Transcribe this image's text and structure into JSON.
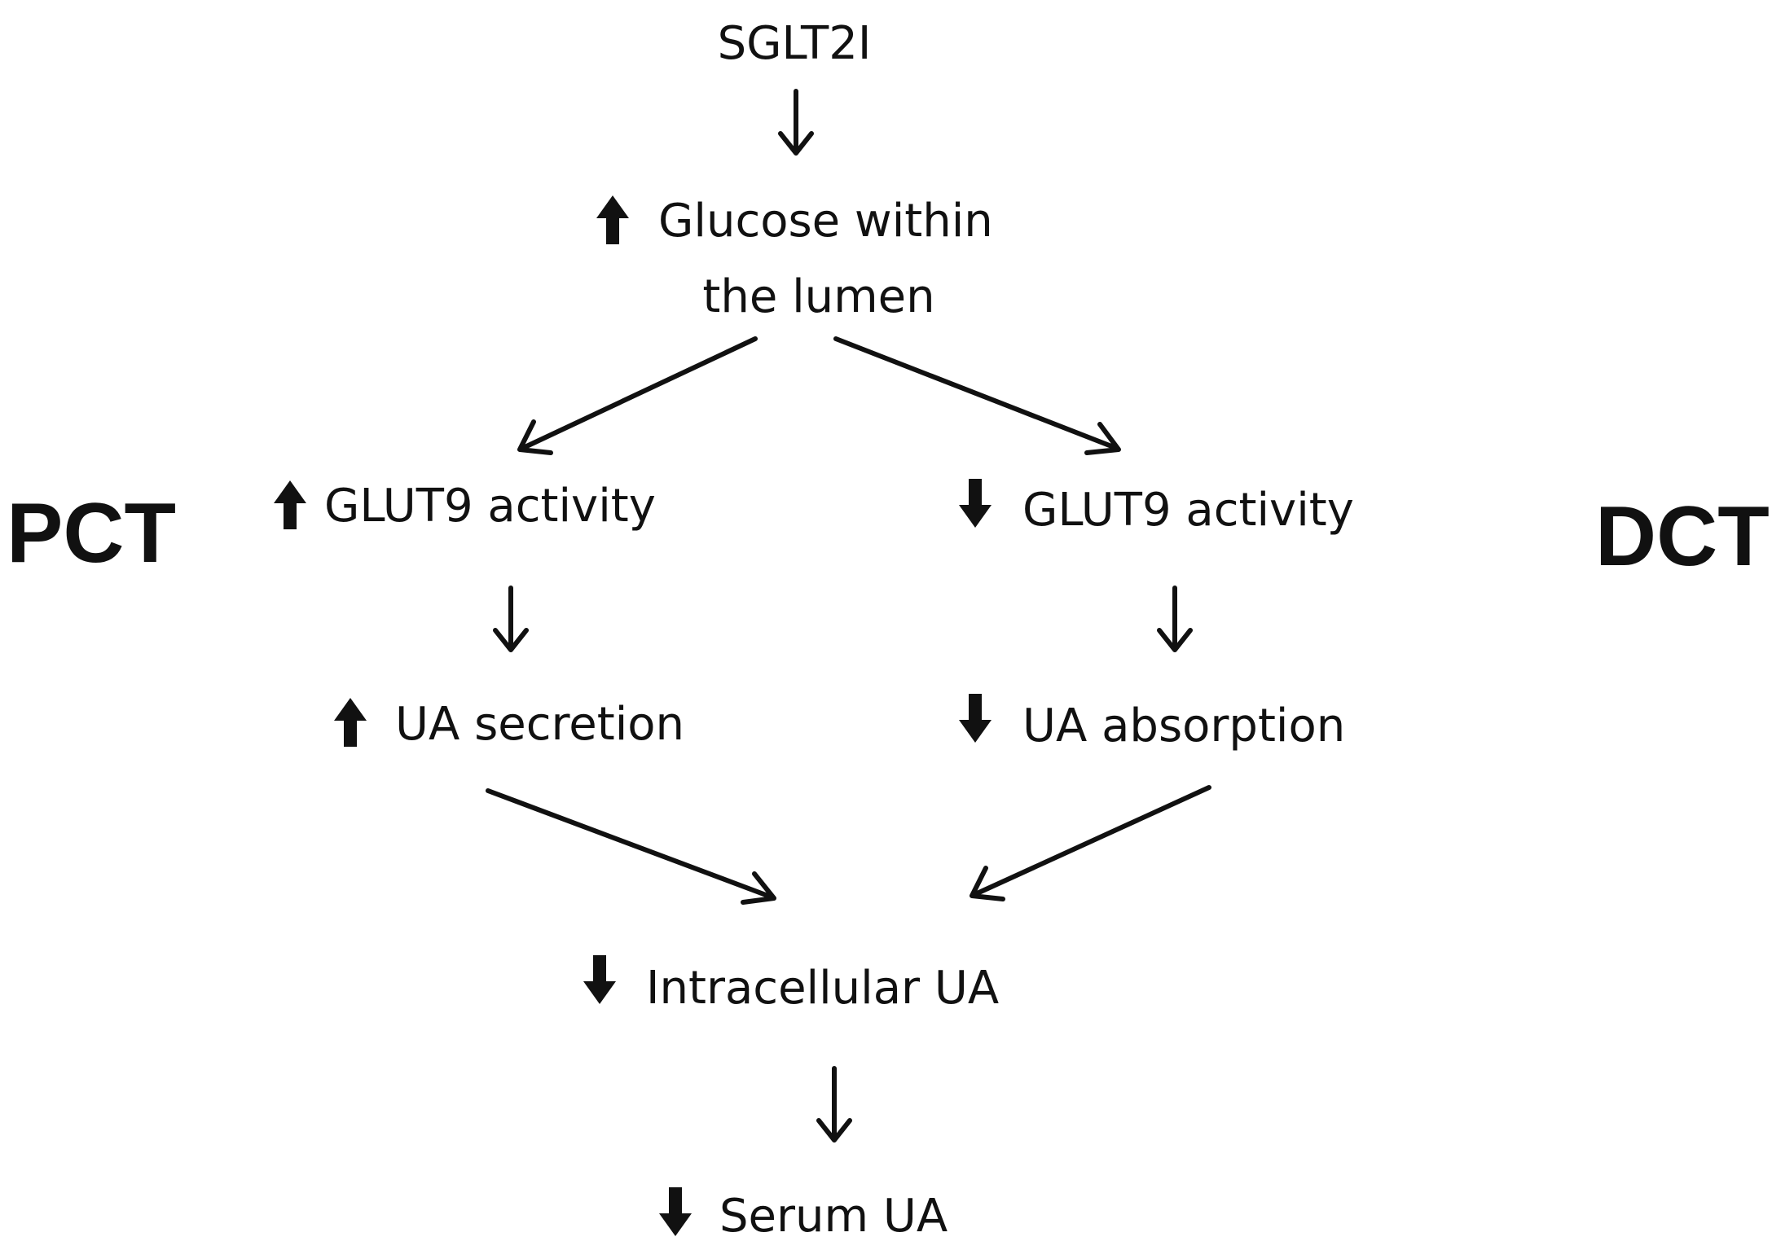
{
  "diagram": {
    "nodes": {
      "sglt2i": "SGLT2I",
      "glucose_line1": "Glucose within",
      "glucose_line2": "the lumen",
      "pct_label": "PCT",
      "dct_label": "DCT",
      "left_glut9": "GLUT9 activity",
      "right_glut9": "GLUT9 activity",
      "ua_secretion": "UA secretion",
      "ua_absorption": "UA absorption",
      "intracellular_ua": "Intracellular UA",
      "serum_ua": "Serum UA"
    },
    "indicators": {
      "glucose": "up",
      "left_glut9": "up",
      "right_glut9": "down",
      "ua_secretion": "up",
      "ua_absorption": "down",
      "intracellular_ua": "down",
      "serum_ua": "down"
    },
    "edges": [
      {
        "from": "SGLT2I",
        "to": "Glucose within the lumen"
      },
      {
        "from": "Glucose within the lumen",
        "to": "PCT GLUT9 activity"
      },
      {
        "from": "Glucose within the lumen",
        "to": "DCT GLUT9 activity"
      },
      {
        "from": "PCT GLUT9 activity",
        "to": "UA secretion"
      },
      {
        "from": "DCT GLUT9 activity",
        "to": "UA absorption"
      },
      {
        "from": "UA secretion",
        "to": "Intracellular UA"
      },
      {
        "from": "UA absorption",
        "to": "Intracellular UA"
      },
      {
        "from": "Intracellular UA",
        "to": "Serum UA"
      }
    ]
  }
}
